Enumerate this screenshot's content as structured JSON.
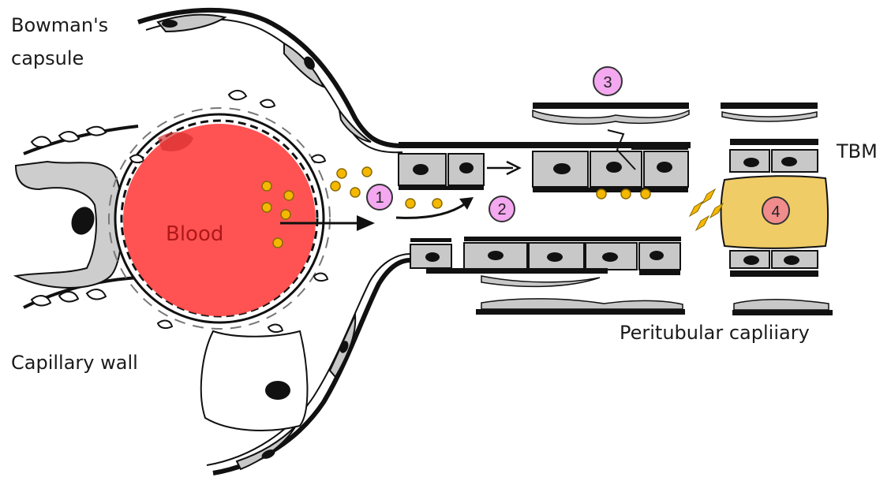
{
  "labels": {
    "bowmans_capsule_line1": "Bowman's",
    "bowmans_capsule_line2": "capsule",
    "capillary_wall": "Capillary wall",
    "blood": "Blood",
    "tbm": "TBM",
    "peritubular": "Peritubular capliiary"
  },
  "markers": [
    {
      "id": "1",
      "label": "1"
    },
    {
      "id": "2",
      "label": "2"
    },
    {
      "id": "3",
      "label": "3"
    },
    {
      "id": "4",
      "label": "4"
    }
  ],
  "colors": {
    "blood": "#ff4a4a",
    "marker_fill": "#f4a8f0",
    "marker4_fill": "#f08c8c",
    "cell_gray": "#c8c8c8",
    "particle": "#f5b800",
    "block4": "#f0cc66",
    "ink": "#111111"
  }
}
